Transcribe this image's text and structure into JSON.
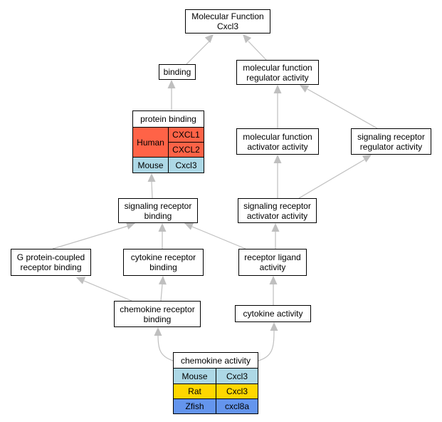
{
  "colors": {
    "human": "#ff6347",
    "mouse": "#add8e6",
    "rat": "#ffd700",
    "zfish": "#6495ed",
    "edge": "#bfbfbf"
  },
  "nodes": {
    "mf_root": "Molecular Function\nCxcl3",
    "binding": "binding",
    "mf_regulator": "molecular function\nregulator activity",
    "protein_binding": {
      "title": "protein binding",
      "human": "Human",
      "cxcl1": "CXCL1",
      "cxcl2": "CXCL2",
      "mouse": "Mouse",
      "mouse_gene": "Cxcl3"
    },
    "mf_activator": "molecular function\nactivator activity",
    "sr_regulator": "signaling receptor\nregulator activity",
    "sr_binding": "signaling receptor\nbinding",
    "sr_activator": "signaling receptor\nactivator activity",
    "gpcr_binding": "G protein-coupled\nreceptor binding",
    "cytokine_receptor_binding": "cytokine receptor\nbinding",
    "receptor_ligand": "receptor ligand\nactivity",
    "chemokine_receptor_binding": "chemokine receptor\nbinding",
    "cytokine_activity": "cytokine activity",
    "chemokine_activity": {
      "title": "chemokine activity",
      "rows": [
        {
          "species": "Mouse",
          "gene": "Cxcl3"
        },
        {
          "species": "Rat",
          "gene": "Cxcl3"
        },
        {
          "species": "Zfish",
          "gene": "cxcl8a"
        }
      ]
    }
  }
}
